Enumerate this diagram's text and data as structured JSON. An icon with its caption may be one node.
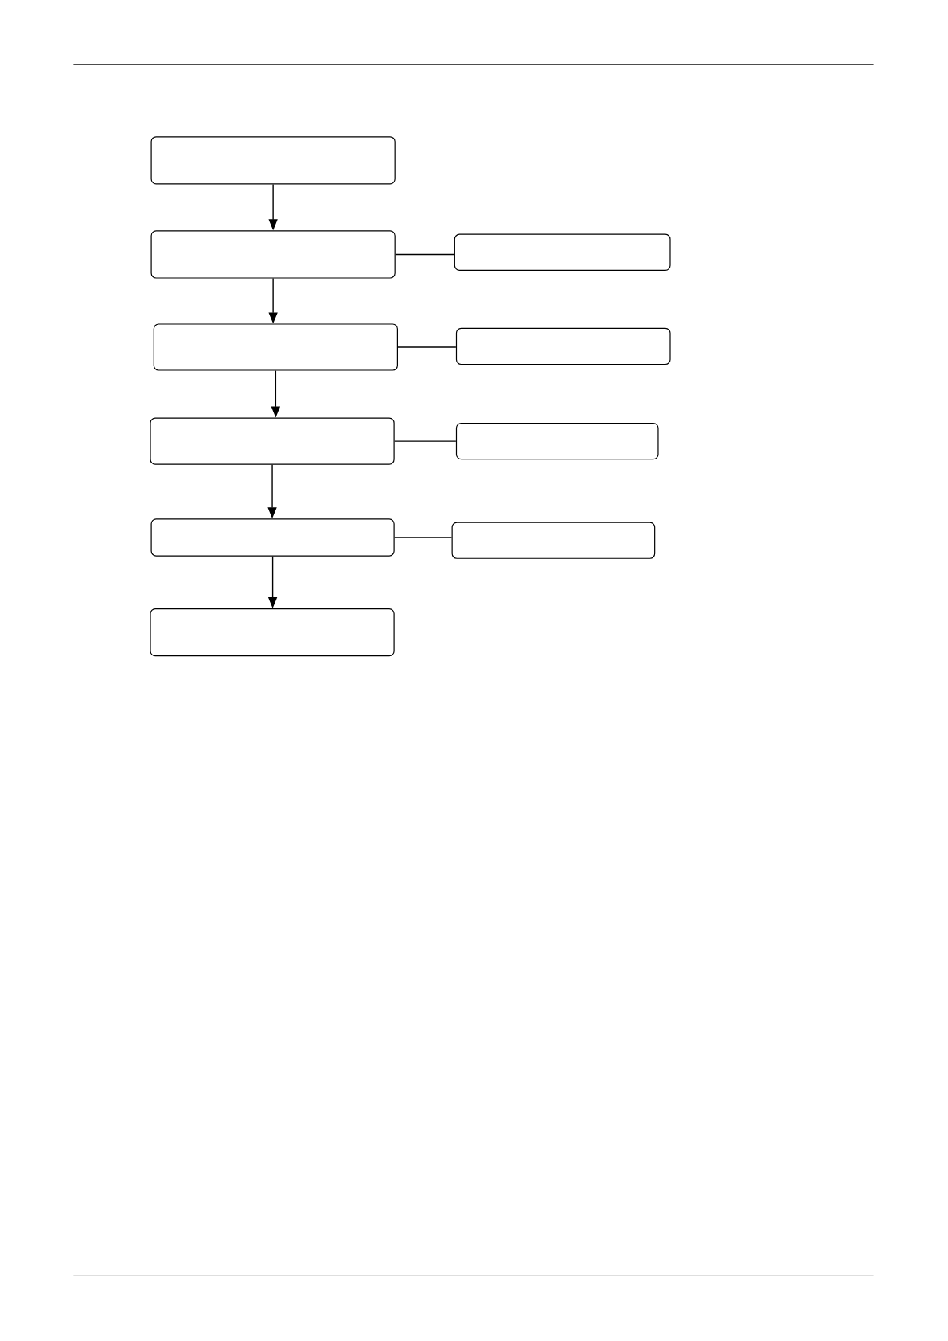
{
  "diagram": {
    "nodes": [
      {
        "text": [],
        "shape": "box"
      },
      {
        "text": [],
        "shape": "box"
      },
      {
        "text": [],
        "shape": "box"
      },
      {
        "text": [],
        "shape": "box"
      },
      {
        "text": [],
        "shape": "box"
      },
      {
        "text": [],
        "shape": "box"
      },
      {
        "text": [],
        "shape": "box"
      },
      {
        "text": [],
        "shape": "box"
      },
      {
        "text": [],
        "shape": "box"
      },
      {
        "text": [],
        "shape": "box"
      }
    ],
    "edges": [
      {
        "from": 0,
        "to": 1,
        "arrow": "to"
      },
      {
        "from": 1,
        "to": 2,
        "arrow": "none"
      },
      {
        "from": 1,
        "to": 3,
        "arrow": "to"
      },
      {
        "from": 3,
        "to": 4,
        "arrow": "none"
      },
      {
        "from": 3,
        "to": 5,
        "arrow": "to"
      },
      {
        "from": 5,
        "to": 6,
        "arrow": "none"
      },
      {
        "from": 5,
        "to": 7,
        "arrow": "to"
      },
      {
        "from": 7,
        "to": 8,
        "arrow": "none"
      },
      {
        "from": 7,
        "to": 9,
        "arrow": "to"
      }
    ]
  }
}
